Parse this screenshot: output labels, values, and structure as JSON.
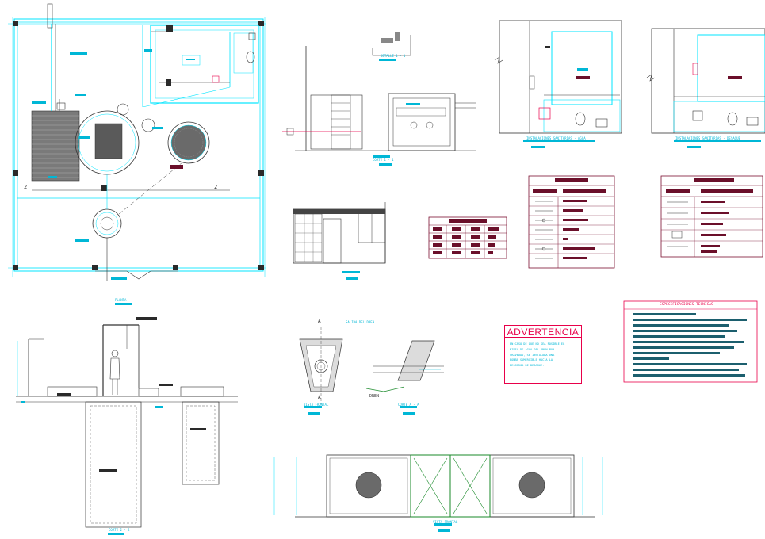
{
  "drawing": {
    "colors": {
      "wall": "#00e5ff",
      "line": "#2a2a2a",
      "accent": "#e8004a",
      "fill": "#6b0f2a",
      "table_border": "#7a1030",
      "spec_bar": "#1c5f6e",
      "dim": "#00b7d6",
      "green": "#1a8a2a"
    },
    "labels": {
      "planta": "PLANTA",
      "corte_2_2": "CORTE 2 - 2",
      "corte_1_1": "CORTE 1 - 1",
      "corte_a_a": "CORTE A - A",
      "detalle_1_1": "DETALLE 1 - 1",
      "inst_agua": "INSTALACIONES SANITARIAS - AGUA",
      "inst_desague": "INSTALACIONES SANITARIAS - DESAGUE",
      "salida_dren": "SALIDA DEL DREN",
      "dren": "DREN",
      "vista_frontal": "VISTA FRONTAL",
      "cut_a": "A",
      "cut_2": "2"
    },
    "advertencia": {
      "title": "ADVERTENCIA",
      "text": "EN CASO DE QUE NO SEA POSIBLE EL\nNIVEL DE AGUA DEL DREN POR\nGRAVEDAD, SE INSTALARA UNA\nBOMBA SUMERGIBLE HACIA LA\nDESCARGA DE DESAGUE."
    },
    "spec_box": {
      "title": "ESPECIFICACIONES TECNICAS"
    }
  }
}
